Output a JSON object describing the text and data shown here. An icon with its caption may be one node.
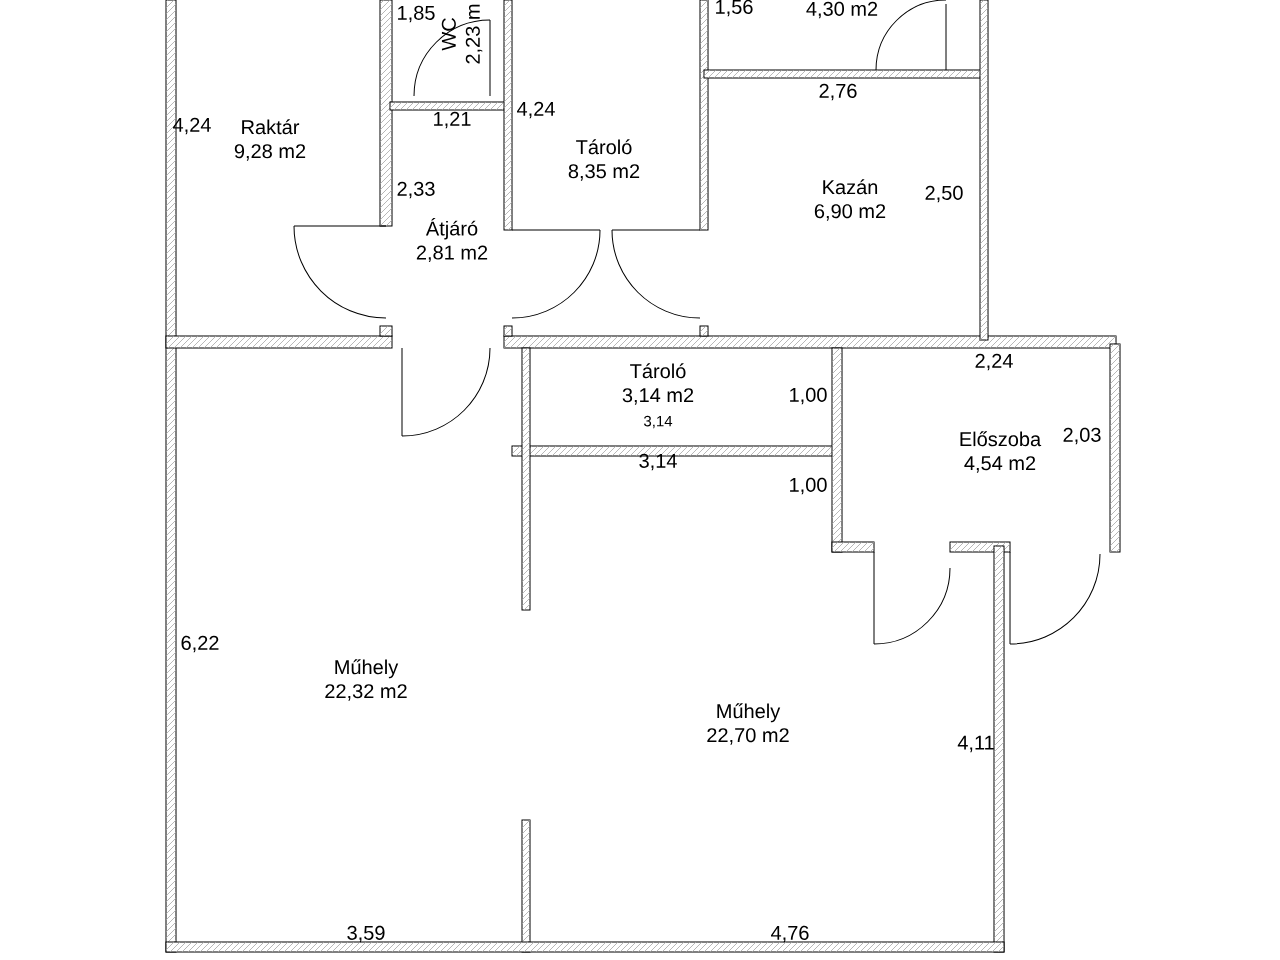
{
  "diagram": {
    "nodes": [
      {
        "text": [
          "4,30 m2"
        ]
      },
      {
        "text": [
          "WC",
          "2,23 m"
        ]
      },
      {
        "text": [
          "Raktár",
          "9,28 m2"
        ]
      },
      {
        "text": [
          "Tároló",
          "8,35 m2"
        ]
      },
      {
        "text": [
          "Kazán",
          "6,90 m2"
        ]
      },
      {
        "text": [
          "Átjáró",
          "2,81 m2"
        ]
      },
      {
        "text": [
          "Tároló",
          "3,14 m2"
        ]
      },
      {
        "text": [
          "Előszoba",
          "4,54 m2"
        ]
      },
      {
        "text": [
          "Műhely",
          "22,32 m2"
        ]
      },
      {
        "text": [
          "Műhely",
          "22,70 m2"
        ]
      }
    ],
    "edges": [],
    "labels": [
      "1,85",
      "1,56",
      "4,24",
      "1,21",
      "4,24",
      "2,76",
      "2,33",
      "2,50",
      "2,24",
      "1,00",
      "2,03",
      "3,14",
      "3,14",
      "1,00",
      "6,22",
      "4,11",
      "3,59",
      "4,76"
    ]
  }
}
